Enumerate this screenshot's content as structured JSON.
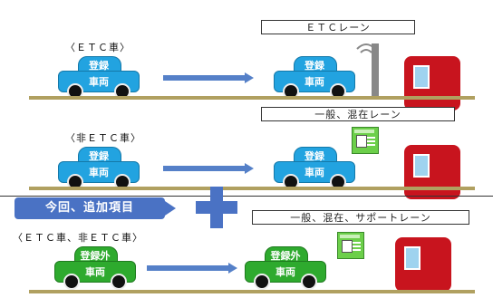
{
  "rows": [
    {
      "category_label": "〈ＥＴＣ車〉",
      "lane_label": "ＥＴＣレーン",
      "car_left": {
        "line1": "登録",
        "line2": "車両"
      },
      "car_right": {
        "line1": "登録",
        "line2": "車両"
      },
      "car_color": "blue",
      "antenna": true,
      "license": false
    },
    {
      "category_label": "〈非ＥＴＣ車〉",
      "lane_label": "一般、混在レーン",
      "car_left": {
        "line1": "登録",
        "line2": "車両"
      },
      "car_right": {
        "line1": "登録",
        "line2": "車両"
      },
      "car_color": "blue",
      "antenna": false,
      "license": true
    },
    {
      "category_label": "〈ＥＴＣ車、非ＥＴＣ車〉",
      "lane_label": "一般、混在、サポートレーン",
      "car_left": {
        "line1": "登録外",
        "line2": "車両"
      },
      "car_right": {
        "line1": "登録外",
        "line2": "車両"
      },
      "car_color": "green",
      "antenna": false,
      "license": true
    }
  ],
  "callout": "今回、追加項目",
  "colors": {
    "blue_car": "#22a3e0",
    "green_car": "#2eaa2e",
    "arrow": "#5580c8",
    "booth": "#c8141e",
    "callout": "#4a72c4",
    "ground": "#b0a060"
  }
}
